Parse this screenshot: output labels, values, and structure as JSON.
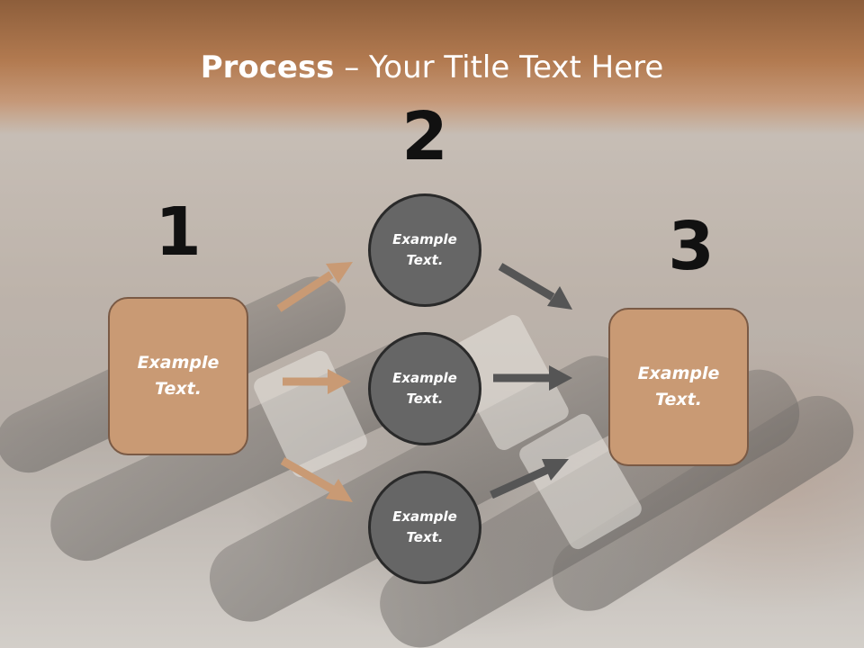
{
  "title": {
    "bold": "Process",
    "rest": " – Your Title Text Here"
  },
  "steps": [
    {
      "number": "1",
      "text": "Example\nText."
    },
    {
      "number": "2",
      "text": "Example\nText."
    },
    {
      "number": "3",
      "text": "Example\nText."
    }
  ],
  "circles": [
    {
      "text": "Example\nText."
    },
    {
      "text": "Example\nText."
    },
    {
      "text": "Example\nText."
    }
  ],
  "colors": {
    "accent": "#c99a74",
    "accent_border": "#7a5a45",
    "circle_fill": "#666666",
    "arrow_tan": "#c99a74",
    "arrow_gray": "#555555"
  }
}
